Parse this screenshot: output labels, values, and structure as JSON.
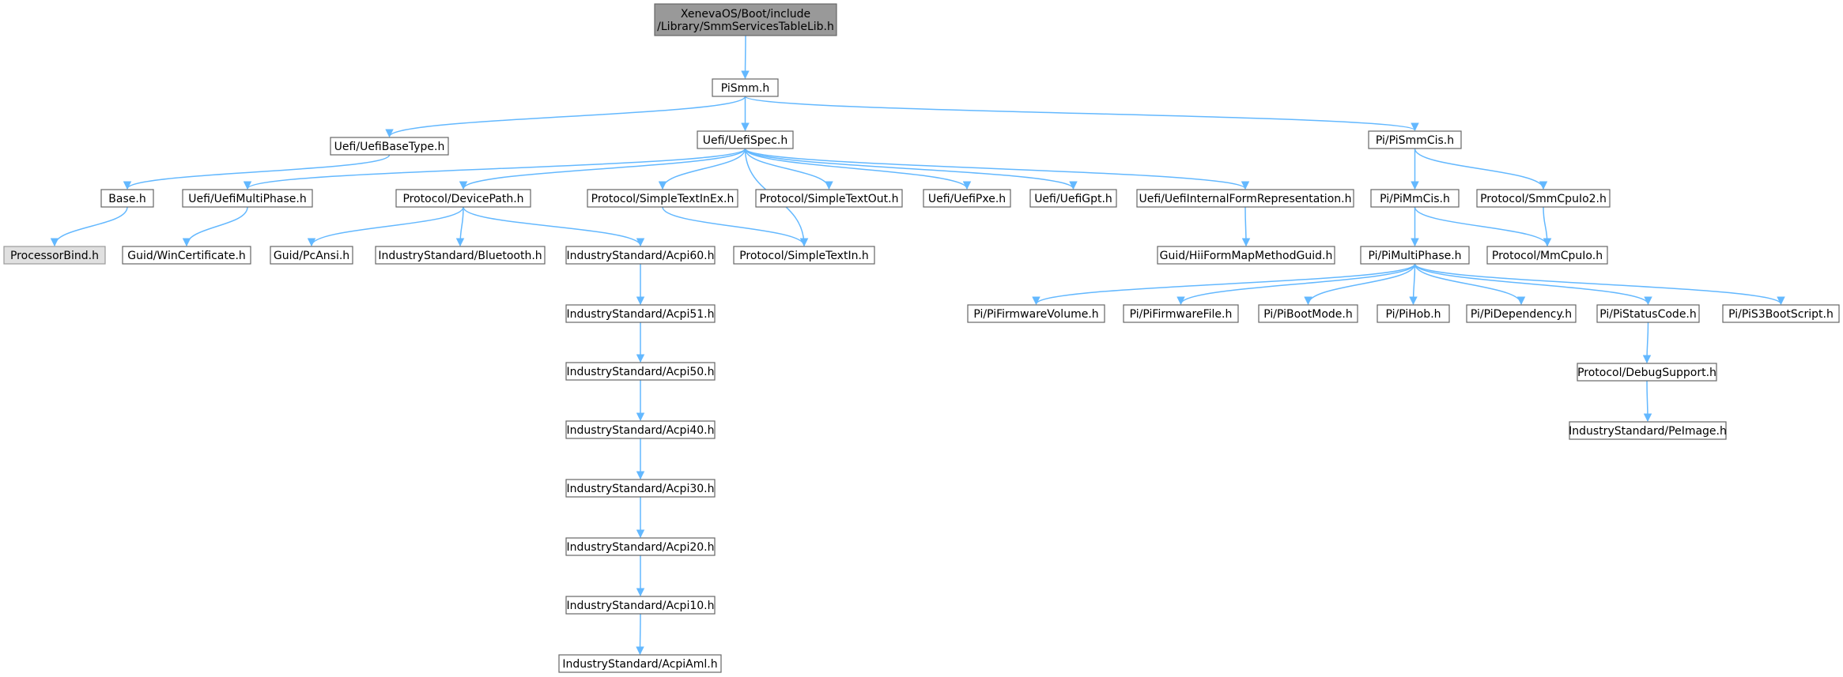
{
  "nodes": {
    "root": [
      "XenevaOS/Boot/include",
      "/Library/SmmServicesTableLib.h"
    ],
    "pismm": "PiSmm.h",
    "uefibasetype": "Uefi/UefiBaseType.h",
    "uefispec": "Uefi/UefiSpec.h",
    "pismmcis": "Pi/PiSmmCis.h",
    "base": "Base.h",
    "processorbind": "ProcessorBind.h",
    "uefimultiphase": "Uefi/UefiMultiPhase.h",
    "wincert": "Guid/WinCertificate.h",
    "devicepath": "Protocol/DevicePath.h",
    "pcansi": "Guid/PcAnsi.h",
    "bluetooth": "IndustryStandard/Bluetooth.h",
    "acpi60": "IndustryStandard/Acpi60.h",
    "acpi51": "IndustryStandard/Acpi51.h",
    "acpi50": "IndustryStandard/Acpi50.h",
    "acpi40": "IndustryStandard/Acpi40.h",
    "acpi30": "IndustryStandard/Acpi30.h",
    "acpi20": "IndustryStandard/Acpi20.h",
    "acpi10": "IndustryStandard/Acpi10.h",
    "acpiaml": "IndustryStandard/AcpiAml.h",
    "simpletextinex": "Protocol/SimpleTextInEx.h",
    "simpletextin": "Protocol/SimpleTextIn.h",
    "simpletextout": "Protocol/SimpleTextOut.h",
    "uefipxe": "Uefi/UefiPxe.h",
    "uefigpt": "Uefi/UefiGpt.h",
    "uefiifr": "Uefi/UefiInternalFormRepresentation.h",
    "hiiformmap": "Guid/HiiFormMapMethodGuid.h",
    "pimmcis": "Pi/PiMmCis.h",
    "smmcpuio2": "Protocol/SmmCpuIo2.h",
    "pimultiphase": "Pi/PiMultiPhase.h",
    "mmcpuio": "Protocol/MmCpuIo.h",
    "pifv": "Pi/PiFirmwareVolume.h",
    "piff": "Pi/PiFirmwareFile.h",
    "pibootmode": "Pi/PiBootMode.h",
    "pihob": "Pi/PiHob.h",
    "pidependency": "Pi/PiDependency.h",
    "pistatuscode": "Pi/PiStatusCode.h",
    "pis3bootscript": "Pi/PiS3BootScript.h",
    "debugsupport": "Protocol/DebugSupport.h",
    "peimage": "IndustryStandard/PeImage.h"
  },
  "edges": [
    [
      "root",
      "pismm"
    ],
    [
      "pismm",
      "uefibasetype"
    ],
    [
      "pismm",
      "uefispec"
    ],
    [
      "pismm",
      "pismmcis"
    ],
    [
      "uefibasetype",
      "base"
    ],
    [
      "base",
      "processorbind"
    ],
    [
      "uefispec",
      "uefimultiphase"
    ],
    [
      "uefimultiphase",
      "wincert"
    ],
    [
      "uefispec",
      "devicepath"
    ],
    [
      "devicepath",
      "pcansi"
    ],
    [
      "devicepath",
      "bluetooth"
    ],
    [
      "devicepath",
      "acpi60"
    ],
    [
      "acpi60",
      "acpi51"
    ],
    [
      "acpi51",
      "acpi50"
    ],
    [
      "acpi50",
      "acpi40"
    ],
    [
      "acpi40",
      "acpi30"
    ],
    [
      "acpi30",
      "acpi20"
    ],
    [
      "acpi20",
      "acpi10"
    ],
    [
      "acpi10",
      "acpiaml"
    ],
    [
      "uefispec",
      "simpletextinex"
    ],
    [
      "simpletextinex",
      "simpletextin"
    ],
    [
      "uefispec",
      "simpletextin"
    ],
    [
      "uefispec",
      "simpletextout"
    ],
    [
      "uefispec",
      "uefipxe"
    ],
    [
      "uefispec",
      "uefigpt"
    ],
    [
      "uefispec",
      "uefiifr"
    ],
    [
      "uefiifr",
      "hiiformmap"
    ],
    [
      "pismmcis",
      "pimmcis"
    ],
    [
      "pismmcis",
      "smmcpuio2"
    ],
    [
      "pimmcis",
      "pimultiphase"
    ],
    [
      "pimmcis",
      "mmcpuio"
    ],
    [
      "smmcpuio2",
      "mmcpuio"
    ],
    [
      "pimultiphase",
      "pifv"
    ],
    [
      "pimultiphase",
      "piff"
    ],
    [
      "pimultiphase",
      "pibootmode"
    ],
    [
      "pimultiphase",
      "pihob"
    ],
    [
      "pimultiphase",
      "pidependency"
    ],
    [
      "pimultiphase",
      "pistatuscode"
    ],
    [
      "pimultiphase",
      "pis3bootscript"
    ],
    [
      "pistatuscode",
      "debugsupport"
    ],
    [
      "debugsupport",
      "peimage"
    ]
  ]
}
